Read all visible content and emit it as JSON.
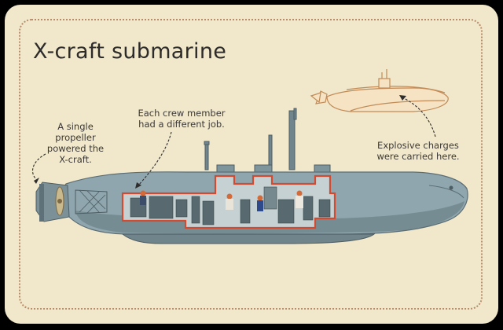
{
  "title": "X-craft submarine",
  "labels": {
    "propeller": [
      "A single",
      "propeller",
      "powered the",
      "X-craft."
    ],
    "crew": [
      "Each crew member",
      "had a different job."
    ],
    "charges": [
      "Explosive charges",
      "were carried here."
    ]
  },
  "colors": {
    "background": "#000000",
    "card": "#f1e8cc",
    "frame_dots": "#b98c6a",
    "hull": "#8fa6ae",
    "hull_dark": "#62767e",
    "cutaway_outline": "#d24a30",
    "sketch": "#c28a56",
    "text": "#3b3836"
  }
}
